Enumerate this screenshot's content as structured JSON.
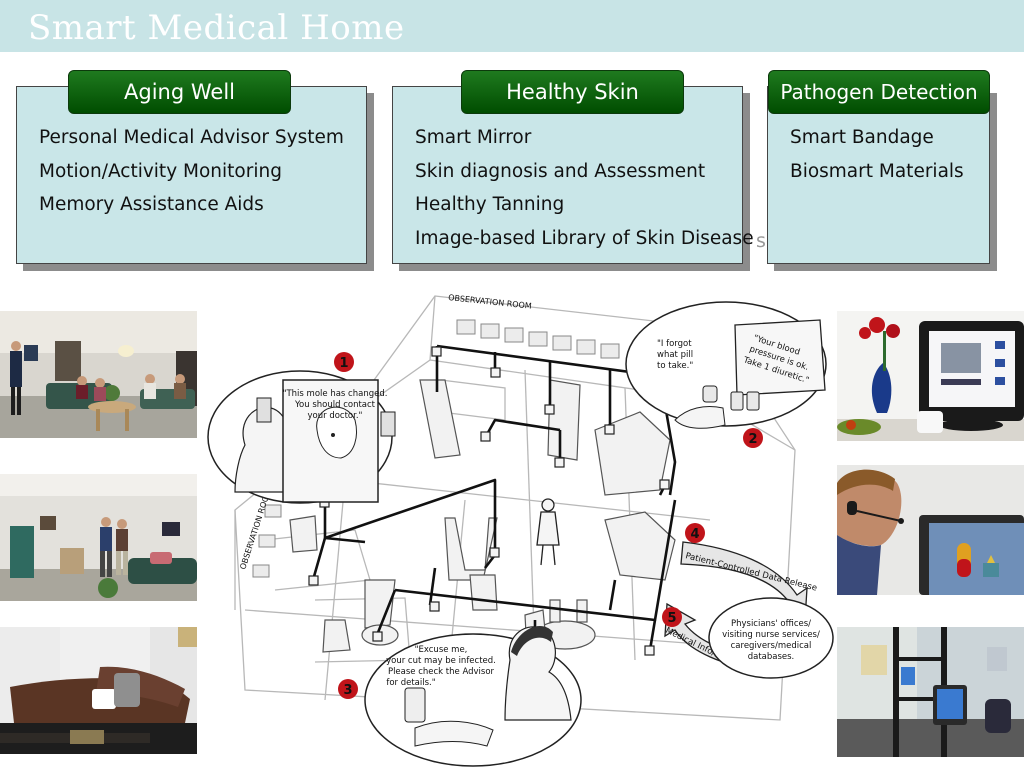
{
  "header": {
    "title": "Smart Medical Home"
  },
  "cards": [
    {
      "heading": "Aging Well",
      "items": [
        "Personal Medical Advisor System",
        "Motion/Activity Monitoring",
        "Memory Assistance Aids"
      ]
    },
    {
      "heading": "Healthy Skin",
      "items": [
        "Smart Mirror",
        "Skin diagnosis and Assessment",
        "Healthy Tanning",
        "Image-based Library of Skin Disease"
      ],
      "overflow_ghost": "se"
    },
    {
      "heading": "Pathogen Detection",
      "items": [
        "Smart Bandage",
        "Biosmart Materials"
      ]
    }
  ],
  "diagram": {
    "room_label_top": "OBSERVATION ROOM",
    "room_label_left": "OBSERVATION ROOM",
    "callouts": {
      "c1_l1": "\"This mole has changed.",
      "c1_l2": "You should contact",
      "c1_l3": "your doctor.\"",
      "c2a_l1": "\"I forgot",
      "c2a_l2": "what pill",
      "c2a_l3": "to take.\"",
      "c2b_l1": "\"Your blood",
      "c2b_l2": "pressure is ok.",
      "c2b_l3": "Take 1 diuretic.\"",
      "c3_l1": "\"Excuse me,",
      "c3_l2": "your cut may be infected.",
      "c3_l3": "Please check the Advisor",
      "c3_l4": "for details.\""
    },
    "badges": [
      "1",
      "2",
      "3",
      "4",
      "5"
    ],
    "arrow4": "Patient-Controlled Data Release",
    "arrow5": "Medical Info/Instructions",
    "physicians": {
      "l1": "Physicians' offices/",
      "l2": "visiting nurse services/",
      "l3": "caregivers/medical",
      "l4": "databases."
    }
  }
}
